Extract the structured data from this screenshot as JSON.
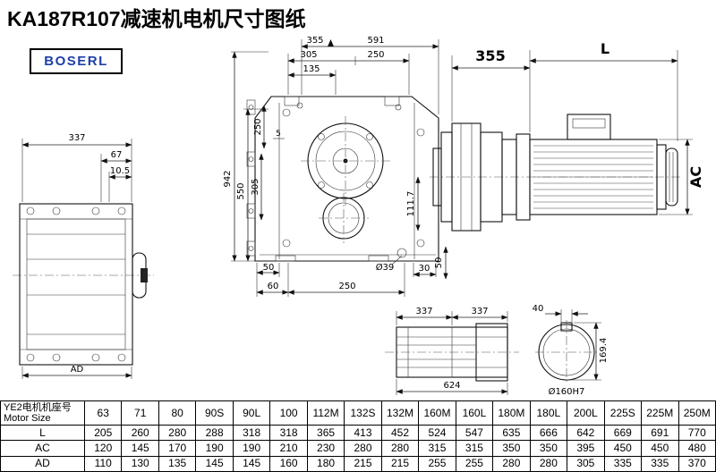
{
  "title": "KA187R107减速机电机尺寸图纸",
  "logo": "BOSERL",
  "views": {
    "left": {
      "dim_337": "337",
      "dim_67": "67",
      "dim_10_5": "10.5",
      "dim_ad": "AD"
    },
    "main": {
      "dim_355": "355",
      "dim_591": "591",
      "dim_305_top": "305",
      "dim_250_top": "250",
      "dim_135": "135",
      "dim_250_left": "250",
      "dim_5": "5",
      "dim_305_left": "305",
      "dim_550": "550",
      "dim_942": "942",
      "dim_111_7": "111.7",
      "dim_50_left": "50",
      "dim_60": "60",
      "dim_250_bottom": "250",
      "dim_dia39": "Ø39",
      "dim_30": "30",
      "dim_50_right": "50"
    },
    "motor": {
      "dim_355": "355",
      "dim_l": "L",
      "dim_ac": "AC"
    },
    "shaft": {
      "dim_337_a": "337",
      "dim_337_b": "337",
      "dim_624": "624"
    },
    "section": {
      "dim_40": "40",
      "dim_169_4": "169.4",
      "dim_dia160": "Ø160H7"
    }
  },
  "table": {
    "row_header_cn": "YE2电机机座号",
    "row_header_en": "Motor Size",
    "sizes": [
      "63",
      "71",
      "80",
      "90S",
      "90L",
      "100",
      "112M",
      "132S",
      "132M",
      "160M",
      "160L",
      "180M",
      "180L",
      "200L",
      "225S",
      "225M",
      "250M"
    ],
    "rows": [
      {
        "label": "L",
        "values": [
          "205",
          "260",
          "280",
          "288",
          "318",
          "318",
          "365",
          "413",
          "452",
          "524",
          "547",
          "635",
          "666",
          "642",
          "669",
          "691",
          "770"
        ]
      },
      {
        "label": "AC",
        "values": [
          "120",
          "145",
          "170",
          "190",
          "190",
          "210",
          "230",
          "280",
          "280",
          "315",
          "315",
          "350",
          "350",
          "395",
          "450",
          "450",
          "480"
        ]
      },
      {
        "label": "AD",
        "values": [
          "110",
          "130",
          "135",
          "145",
          "145",
          "160",
          "180",
          "215",
          "215",
          "255",
          "255",
          "280",
          "280",
          "305",
          "335",
          "335",
          "370"
        ]
      }
    ]
  }
}
